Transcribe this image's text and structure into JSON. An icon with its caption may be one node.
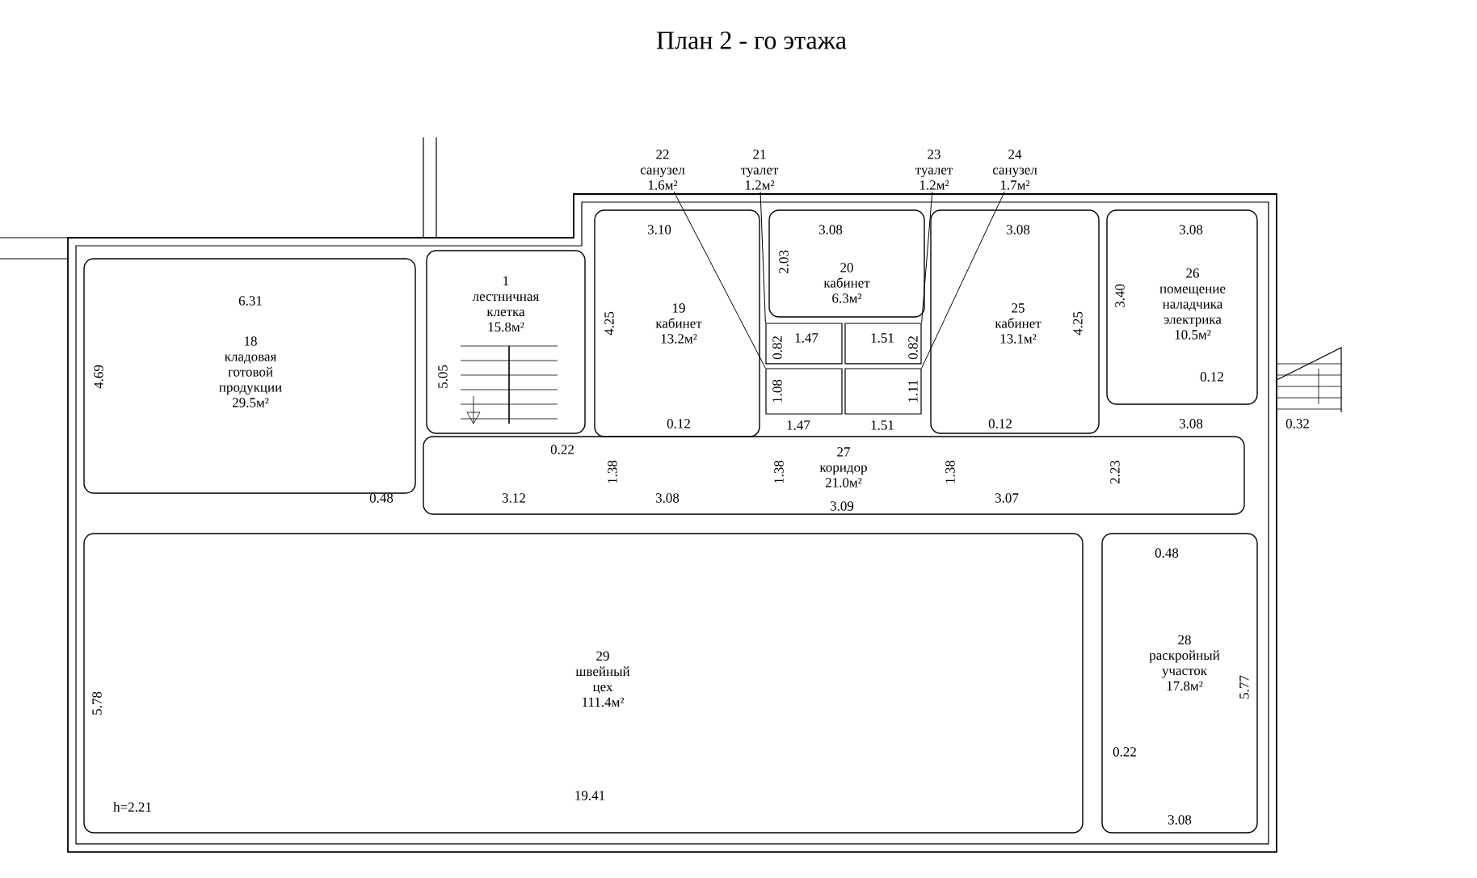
{
  "diagram": {
    "title": "План 2 - го этажа",
    "nodes": [
      {
        "text": [
          "22",
          "санузел",
          "1.6м²"
        ]
      },
      {
        "text": [
          "21",
          "туалет",
          "1.2м²"
        ]
      },
      {
        "text": [
          "23",
          "туалет",
          "1.2м²"
        ]
      },
      {
        "text": [
          "24",
          "санузел",
          "1.7м²"
        ]
      },
      {
        "text": [
          "18",
          "кладовая готовой продукции",
          "29.5м²"
        ]
      },
      {
        "text": [
          "1",
          "лестничная клетка",
          "15.8м²"
        ]
      },
      {
        "text": [
          "19",
          "кабинет",
          "13.2м²"
        ]
      },
      {
        "text": [
          "20",
          "кабинет",
          "6.3м²"
        ]
      },
      {
        "text": [],
        "shape": "box"
      },
      {
        "text": [],
        "shape": "box"
      },
      {
        "text": [],
        "shape": "box"
      },
      {
        "text": [],
        "shape": "box"
      },
      {
        "text": [
          "25",
          "кабинет",
          "13.1м²"
        ]
      },
      {
        "text": [
          "26",
          "помещение наладчика электрика",
          "10.5м²"
        ]
      },
      {
        "text": [
          "27",
          "коридор",
          "21.0м²"
        ]
      },
      {
        "text": [
          "29",
          "швейный цех",
          "111.4м²"
        ]
      },
      {
        "text": [
          "28",
          "раскройный участок",
          "17.8м²"
        ]
      }
    ],
    "edges": [
      {
        "from": 0,
        "to": 10,
        "arrow": "none"
      },
      {
        "from": 1,
        "to": 8,
        "arrow": "none"
      },
      {
        "from": 2,
        "to": 9,
        "arrow": "none"
      },
      {
        "from": 3,
        "to": 11,
        "arrow": "none"
      }
    ],
    "labels": [
      "3.10",
      "3.08",
      "3.08",
      "3.08",
      "2.03",
      "6.31",
      "3.40",
      "4.25",
      "4.25",
      "1.47",
      "1.51",
      "0.82",
      "0.82",
      "4.69",
      "0.12",
      "5.05",
      "1.08",
      "1.11",
      "0.12",
      "1.47",
      "1.51",
      "0.12",
      "3.08",
      "0.32",
      "0.22",
      "1.38",
      "1.38",
      "1.38",
      "2.23",
      "0.48",
      "3.12",
      "3.08",
      "3.09",
      "3.07",
      "0.48",
      "5.78",
      "5.77",
      "0.22",
      "19.41",
      "h=2.21",
      "3.08"
    ]
  }
}
